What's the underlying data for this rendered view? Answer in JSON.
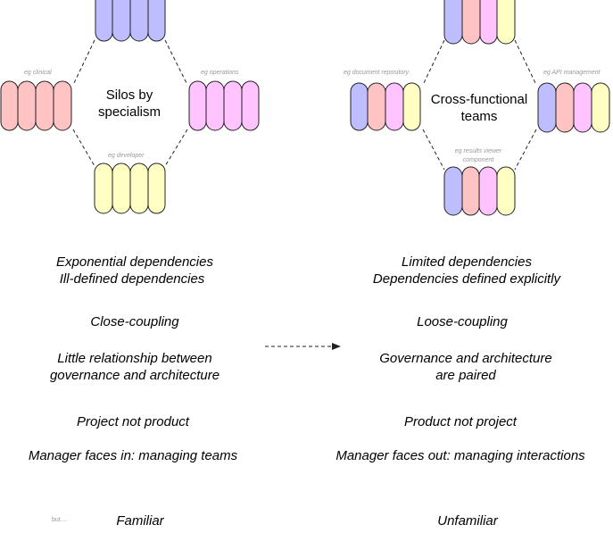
{
  "colors": {
    "blue": "#bdbdff",
    "pink": "#ffc3c3",
    "magenta": "#ffc3ff",
    "yellow": "#ffffc3",
    "stroke": "#222222"
  },
  "left": {
    "title_line1": "Silos by",
    "title_line2": "specialism",
    "label_left": "eg clinical",
    "label_right": "eg operations",
    "label_bottom": "eg developer"
  },
  "right": {
    "title_line1": "Cross-functional",
    "title_line2": "teams",
    "label_left": "eg document repository",
    "label_right": "eg API management",
    "label_bottom_line1": "eg results viewer",
    "label_bottom_line2": "component"
  },
  "rows": [
    {
      "left": [
        "Exponential dependencies",
        "Ill-defined dependencies"
      ],
      "right": [
        "Limited dependencies",
        "Dependencies defined explicitly"
      ]
    },
    {
      "left": [
        "Close-coupling"
      ],
      "right": [
        "Loose-coupling"
      ]
    },
    {
      "left": [
        "Little relationship between",
        "governance and architecture"
      ],
      "right": [
        "Governance and architecture",
        "are paired"
      ]
    },
    {
      "left": [
        "Project not product"
      ],
      "right": [
        "Product not project"
      ]
    },
    {
      "left": [
        "Manager faces in: managing teams"
      ],
      "right": [
        "Manager faces out: managing interactions"
      ]
    },
    {
      "left": [
        "Familiar"
      ],
      "right": [
        "Unfamiliar"
      ]
    }
  ],
  "footnote": "but...."
}
